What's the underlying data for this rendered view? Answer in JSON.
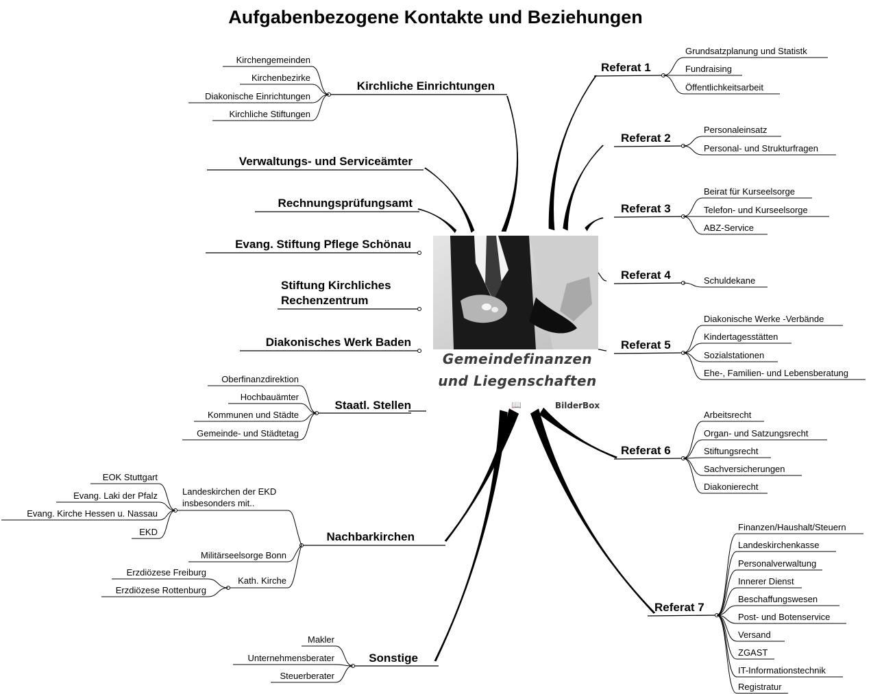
{
  "title": "Aufgabenbezogene Kontakte und Beziehungen",
  "center": {
    "line1": "Gemeindefinanzen",
    "line2": "und Liegenschaften",
    "watermark": "BilderBox",
    "book_icon": "book-icon"
  },
  "branches": [
    {
      "id": "kirchliche-einrichtungen",
      "label": "Kirchliche Einrichtungen",
      "children": [
        "Kirchengemeinden",
        "Kirchenbezirke",
        "Diakonische Einrichtungen",
        "Kirchliche Stiftungen"
      ]
    },
    {
      "id": "verwaltungs-und-serviceaemter",
      "label": "Verwaltungs- und Serviceämter",
      "children": []
    },
    {
      "id": "rechnungspruefungsamt",
      "label": "Rechnungsprüfungsamt",
      "children": []
    },
    {
      "id": "evang-stiftung-pflege-schoenau",
      "label": "Evang. Stiftung Pflege Schönau",
      "children": []
    },
    {
      "id": "stiftung-kirchliches-rechenzentrum",
      "label": [
        "Stiftung Kirchliches",
        "Rechenzentrum"
      ],
      "children": []
    },
    {
      "id": "diakonisches-werk-baden",
      "label": "Diakonisches Werk Baden",
      "children": []
    },
    {
      "id": "staatl-stellen",
      "label": "Staatl. Stellen",
      "children": [
        "Oberfinanzdirektion",
        "Hochbauämter",
        "Kommunen und Städte",
        "Gemeinde- und Städtetag"
      ]
    },
    {
      "id": "nachbarkirchen",
      "label": "Nachbarkirchen",
      "children": [
        {
          "label": [
            "Landeskirchen der EKD",
            "insbesonders mit.."
          ],
          "children": [
            "EOK Stuttgart",
            "Evang. Laki der Pfalz",
            "Evang. Kirche Hessen u. Nassau",
            "EKD"
          ]
        },
        {
          "label": "Militärseelsorge Bonn",
          "children": []
        },
        {
          "label": "Kath. Kirche",
          "children": [
            "Erzdiözese Freiburg",
            "Erzdiözese Rottenburg"
          ]
        }
      ]
    },
    {
      "id": "sonstige",
      "label": "Sonstige",
      "children": [
        "Makler",
        "Unternehmensberater",
        "Steuerberater"
      ]
    },
    {
      "id": "referat-1",
      "label": "Referat 1",
      "children": [
        "Grundsatzplanung und Statistk",
        "Fundraising",
        "Öffentlichkeitsarbeit"
      ]
    },
    {
      "id": "referat-2",
      "label": "Referat 2",
      "children": [
        "Personaleinsatz",
        "Personal- und Strukturfragen"
      ]
    },
    {
      "id": "referat-3",
      "label": "Referat 3",
      "children": [
        "Beirat für Kurseelsorge",
        "Telefon- und Kurseelsorge",
        "ABZ-Service"
      ]
    },
    {
      "id": "referat-4",
      "label": "Referat 4",
      "children": [
        "Schuldekane"
      ]
    },
    {
      "id": "referat-5",
      "label": "Referat 5",
      "children": [
        "Diakonische Werke -Verbände",
        "Kindertagesstätten",
        "Sozialstationen",
        "Ehe-, Familien- und Lebensberatung"
      ]
    },
    {
      "id": "referat-6",
      "label": "Referat 6",
      "children": [
        "Arbeitsrecht",
        "Organ- und Satzungsrecht",
        "Stiftungsrecht",
        "Sachversicherungen",
        "Diakonierecht"
      ]
    },
    {
      "id": "referat-7",
      "label": "Referat 7",
      "children": [
        "Finanzen/Haushalt/Steuern",
        "Landeskirchenkasse",
        "Personalverwaltung",
        "Innerer Dienst",
        "Beschaffungswesen",
        "Post- und Botenservice",
        "Versand",
        "ZGAST",
        "IT-Informationstechnik",
        "Registratur"
      ]
    }
  ]
}
